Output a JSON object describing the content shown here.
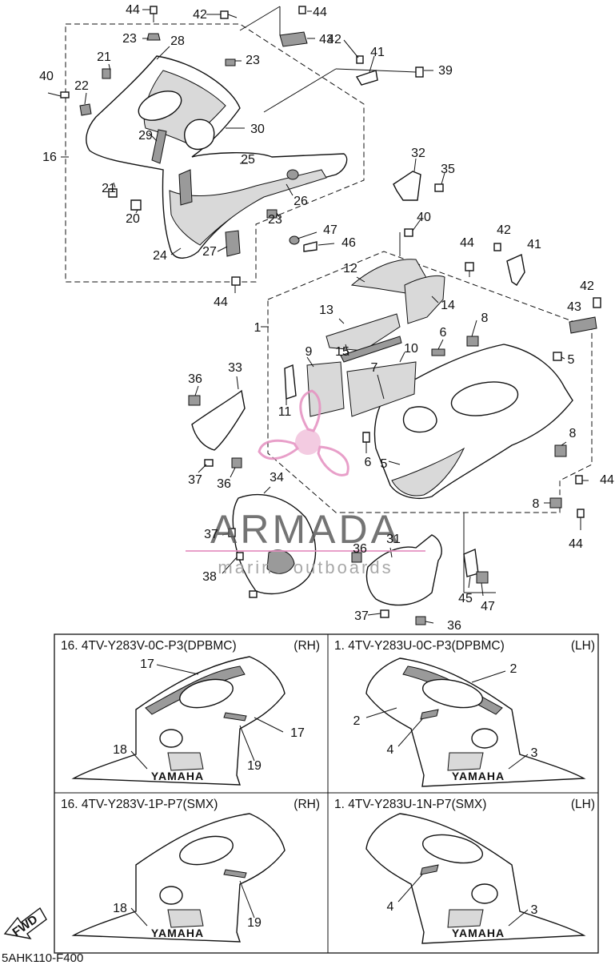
{
  "diagram_code": "5AHK110-F400",
  "fwd_label": "FWD",
  "watermark": {
    "brand": "ARMADA",
    "tagline": "marine outboards",
    "accent": "#e58fc0",
    "text_color": "#5c5c5c"
  },
  "callouts": [
    "44",
    "42",
    "23",
    "43",
    "28",
    "44",
    "23",
    "42",
    "21",
    "41",
    "40",
    "22",
    "39",
    "29",
    "30",
    "16",
    "25",
    "32",
    "35",
    "26",
    "21",
    "20",
    "23",
    "40",
    "47",
    "46",
    "24",
    "27",
    "42",
    "44",
    "41",
    "44",
    "12",
    "14",
    "42",
    "43",
    "1",
    "13",
    "8",
    "6",
    "9",
    "10",
    "15",
    "7",
    "5",
    "36",
    "33",
    "11",
    "6",
    "8",
    "5",
    "44",
    "37",
    "36",
    "34",
    "8",
    "44",
    "37",
    "31",
    "36",
    "38",
    "45",
    "47",
    "37",
    "36"
  ],
  "panels": [
    {
      "title": "16. 4TV-Y283V-0C-P3(DPBMC)",
      "side": "(RH)",
      "callouts": [
        "17",
        "17",
        "18",
        "19"
      ],
      "brand": "YAMAHA"
    },
    {
      "title": "1. 4TV-Y283U-0C-P3(DPBMC)",
      "side": "(LH)",
      "callouts": [
        "2",
        "2",
        "4",
        "3"
      ],
      "brand": "YAMAHA"
    },
    {
      "title": "16. 4TV-Y283V-1P-P7(SMX)",
      "side": "(RH)",
      "callouts": [
        "18",
        "19"
      ],
      "brand": "YAMAHA"
    },
    {
      "title": "1. 4TV-Y283U-1N-P7(SMX)",
      "side": "(LH)",
      "callouts": [
        "4",
        "3"
      ],
      "brand": "YAMAHA"
    }
  ]
}
